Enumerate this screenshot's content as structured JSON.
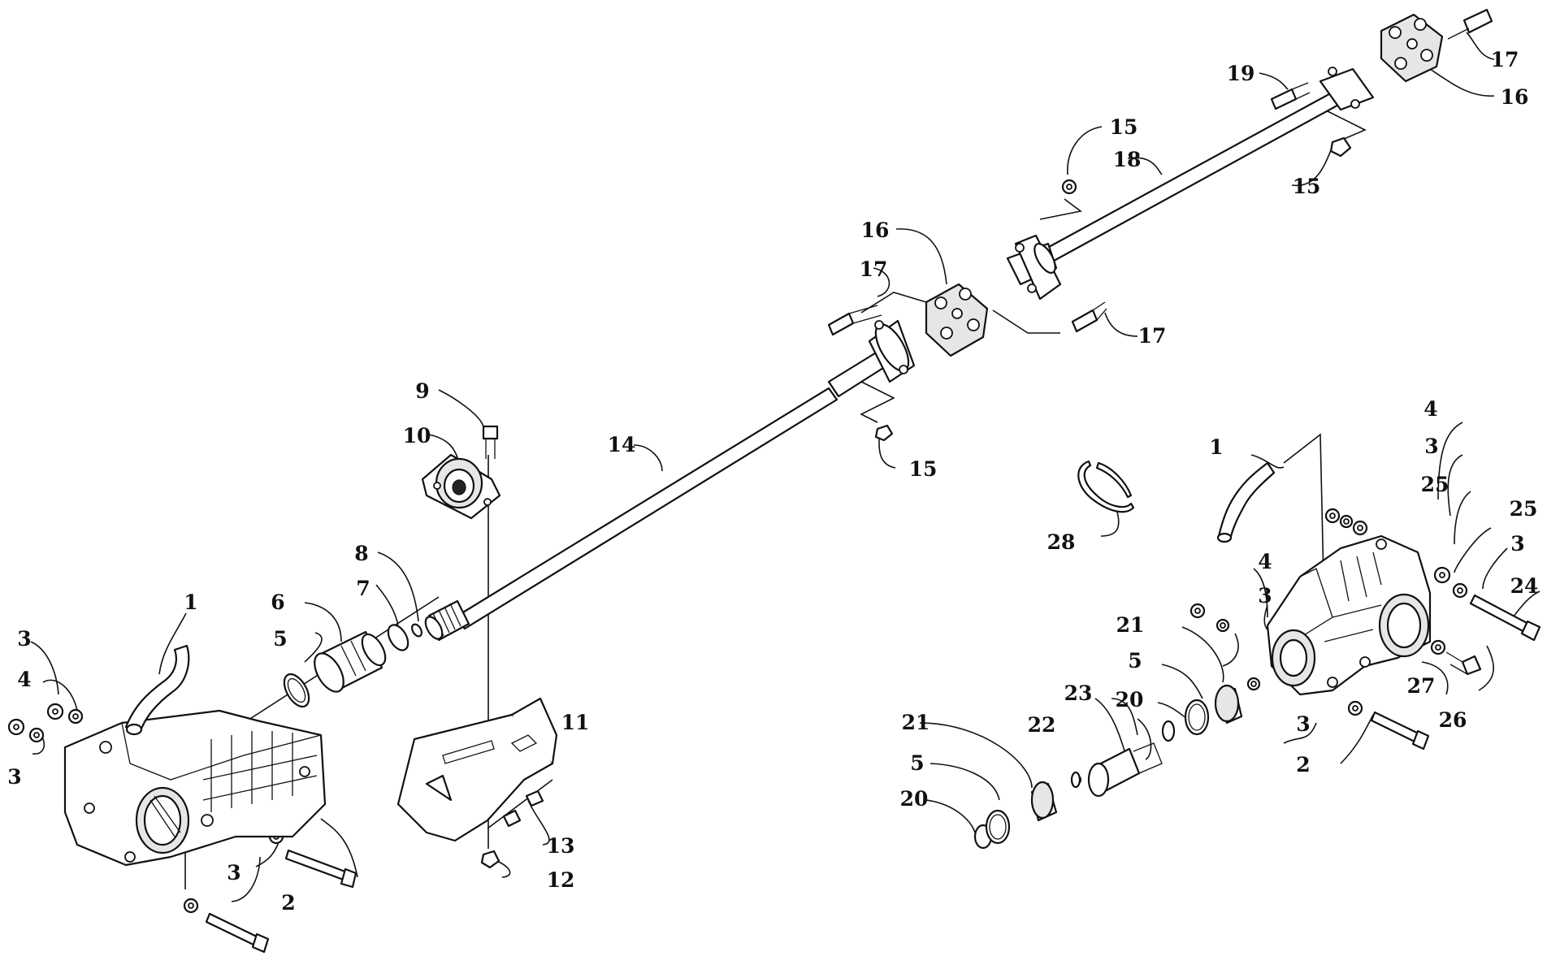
{
  "callouts": [
    {
      "text": "1",
      "name": "callout-1-left-hose"
    },
    {
      "text": "2",
      "name": "callout-2-left-bolt"
    },
    {
      "text": "3",
      "name": "callout-3-left-washer-top"
    },
    {
      "text": "3",
      "name": "callout-3-left-washer-bottom"
    },
    {
      "text": "3",
      "name": "callout-3-left-washer-lower"
    },
    {
      "text": "4",
      "name": "callout-4-left-nut"
    },
    {
      "text": "5",
      "name": "callout-5-left-clamp"
    },
    {
      "text": "6",
      "name": "callout-6-boot"
    },
    {
      "text": "7",
      "name": "callout-7-clamp"
    },
    {
      "text": "8",
      "name": "callout-8-ring"
    },
    {
      "text": "9",
      "name": "callout-9-bolt"
    },
    {
      "text": "10",
      "name": "callout-10-bearing"
    },
    {
      "text": "11",
      "name": "callout-11-bracket"
    },
    {
      "text": "12",
      "name": "callout-12-nut"
    },
    {
      "text": "13",
      "name": "callout-13-bolt"
    },
    {
      "text": "14",
      "name": "callout-14-front-shaft"
    },
    {
      "text": "15",
      "name": "callout-15-nut-mid"
    },
    {
      "text": "15",
      "name": "callout-15-nut-upper"
    },
    {
      "text": "15",
      "name": "callout-15-nut-right"
    },
    {
      "text": "16",
      "name": "callout-16-coupler-mid"
    },
    {
      "text": "16",
      "name": "callout-16-coupler-top"
    },
    {
      "text": "17",
      "name": "callout-17-bolt-left"
    },
    {
      "text": "17",
      "name": "callout-17-bolt-mid"
    },
    {
      "text": "17",
      "name": "callout-17-bolt-top"
    },
    {
      "text": "18",
      "name": "callout-18-rear-shaft"
    },
    {
      "text": "19",
      "name": "callout-19-bolt"
    },
    {
      "text": "1",
      "name": "callout-1-right-hose"
    },
    {
      "text": "4",
      "name": "callout-4-right-nut-top"
    },
    {
      "text": "3",
      "name": "callout-3-right-washer-top"
    },
    {
      "text": "25",
      "name": "callout-25-washer-top"
    },
    {
      "text": "25",
      "name": "callout-25-washer-right"
    },
    {
      "text": "3",
      "name": "callout-3-right-washer-right"
    },
    {
      "text": "24",
      "name": "callout-24-bolt"
    },
    {
      "text": "4",
      "name": "callout-4-right-nut-mid"
    },
    {
      "text": "3",
      "name": "callout-3-right-washer-mid"
    },
    {
      "text": "21",
      "name": "callout-21-coupling-upper"
    },
    {
      "text": "5",
      "name": "callout-5-right-clamp-upper"
    },
    {
      "text": "20",
      "name": "callout-20-ring-upper"
    },
    {
      "text": "23",
      "name": "callout-23-yoke"
    },
    {
      "text": "22",
      "name": "callout-22-ring"
    },
    {
      "text": "21",
      "name": "callout-21-coupling-lower"
    },
    {
      "text": "5",
      "name": "callout-5-right-clamp-lower"
    },
    {
      "text": "20",
      "name": "callout-20-ring-lower"
    },
    {
      "text": "27",
      "name": "callout-27-washer"
    },
    {
      "text": "26",
      "name": "callout-26-bolt"
    },
    {
      "text": "3",
      "name": "callout-3-right-washer-low"
    },
    {
      "text": "2",
      "name": "callout-2-right-bolt"
    },
    {
      "text": "28",
      "name": "callout-28-clamp"
    }
  ]
}
